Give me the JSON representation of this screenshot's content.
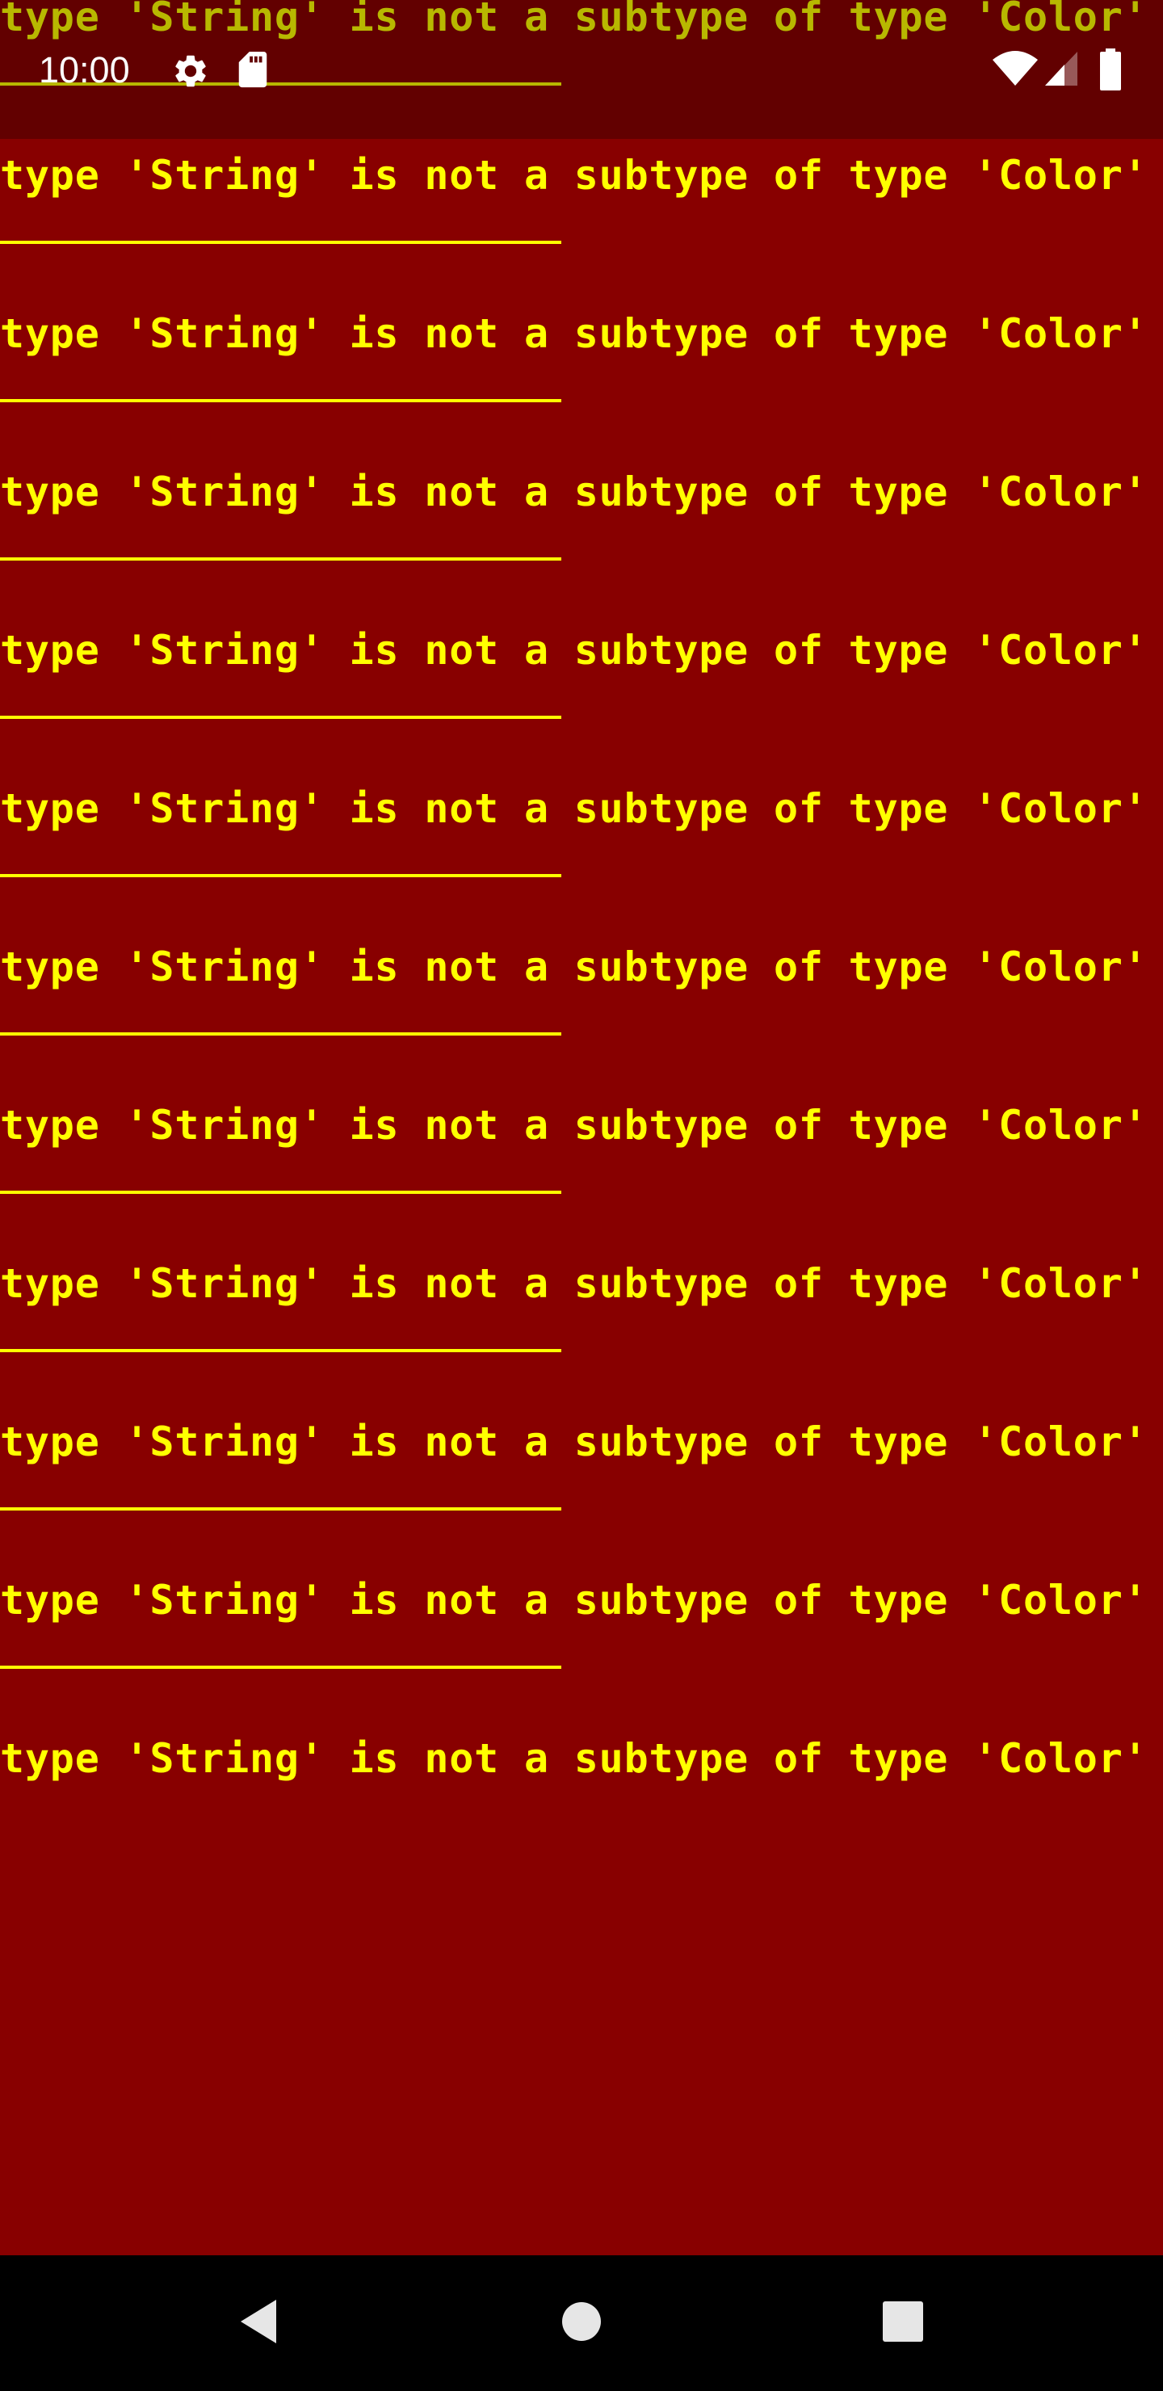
{
  "colors": {
    "background": "#880000",
    "error_text": "#ffff00",
    "nav_bar": "#000000",
    "status_icons": "#ffffff"
  },
  "status_bar": {
    "time": "10:00",
    "left_icons": [
      "gear-icon",
      "sd-card-icon"
    ],
    "right_icons": [
      "wifi-icon",
      "cell-signal-icon",
      "battery-icon"
    ]
  },
  "error": {
    "messages": [
      "type 'String' is not a subtype of type 'Color'",
      "type 'String' is not a subtype of type 'Color'",
      "type 'String' is not a subtype of type 'Color'",
      "type 'String' is not a subtype of type 'Color'",
      "type 'String' is not a subtype of type 'Color'",
      "type 'String' is not a subtype of type 'Color'",
      "type 'String' is not a subtype of type 'Color'",
      "type 'String' is not a subtype of type 'Color'",
      "type 'String' is not a subtype of type 'Color'",
      "type 'String' is not a subtype of type 'Color'",
      "type 'String' is not a subtype of type 'Color'",
      "type 'String' is not a subtype of type 'Color'"
    ]
  },
  "nav_bar": {
    "buttons": [
      "back-icon",
      "home-icon",
      "recents-icon"
    ]
  }
}
